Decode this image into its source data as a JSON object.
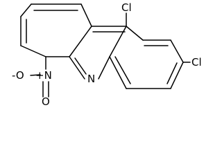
{
  "molecule": {
    "atoms": {
      "cl_top": "Cl",
      "cl_right": "Cl",
      "ring_n": "N",
      "nitro_o_minus": "-O",
      "nitro_n_plus": "+N",
      "nitro_o": "O"
    }
  }
}
